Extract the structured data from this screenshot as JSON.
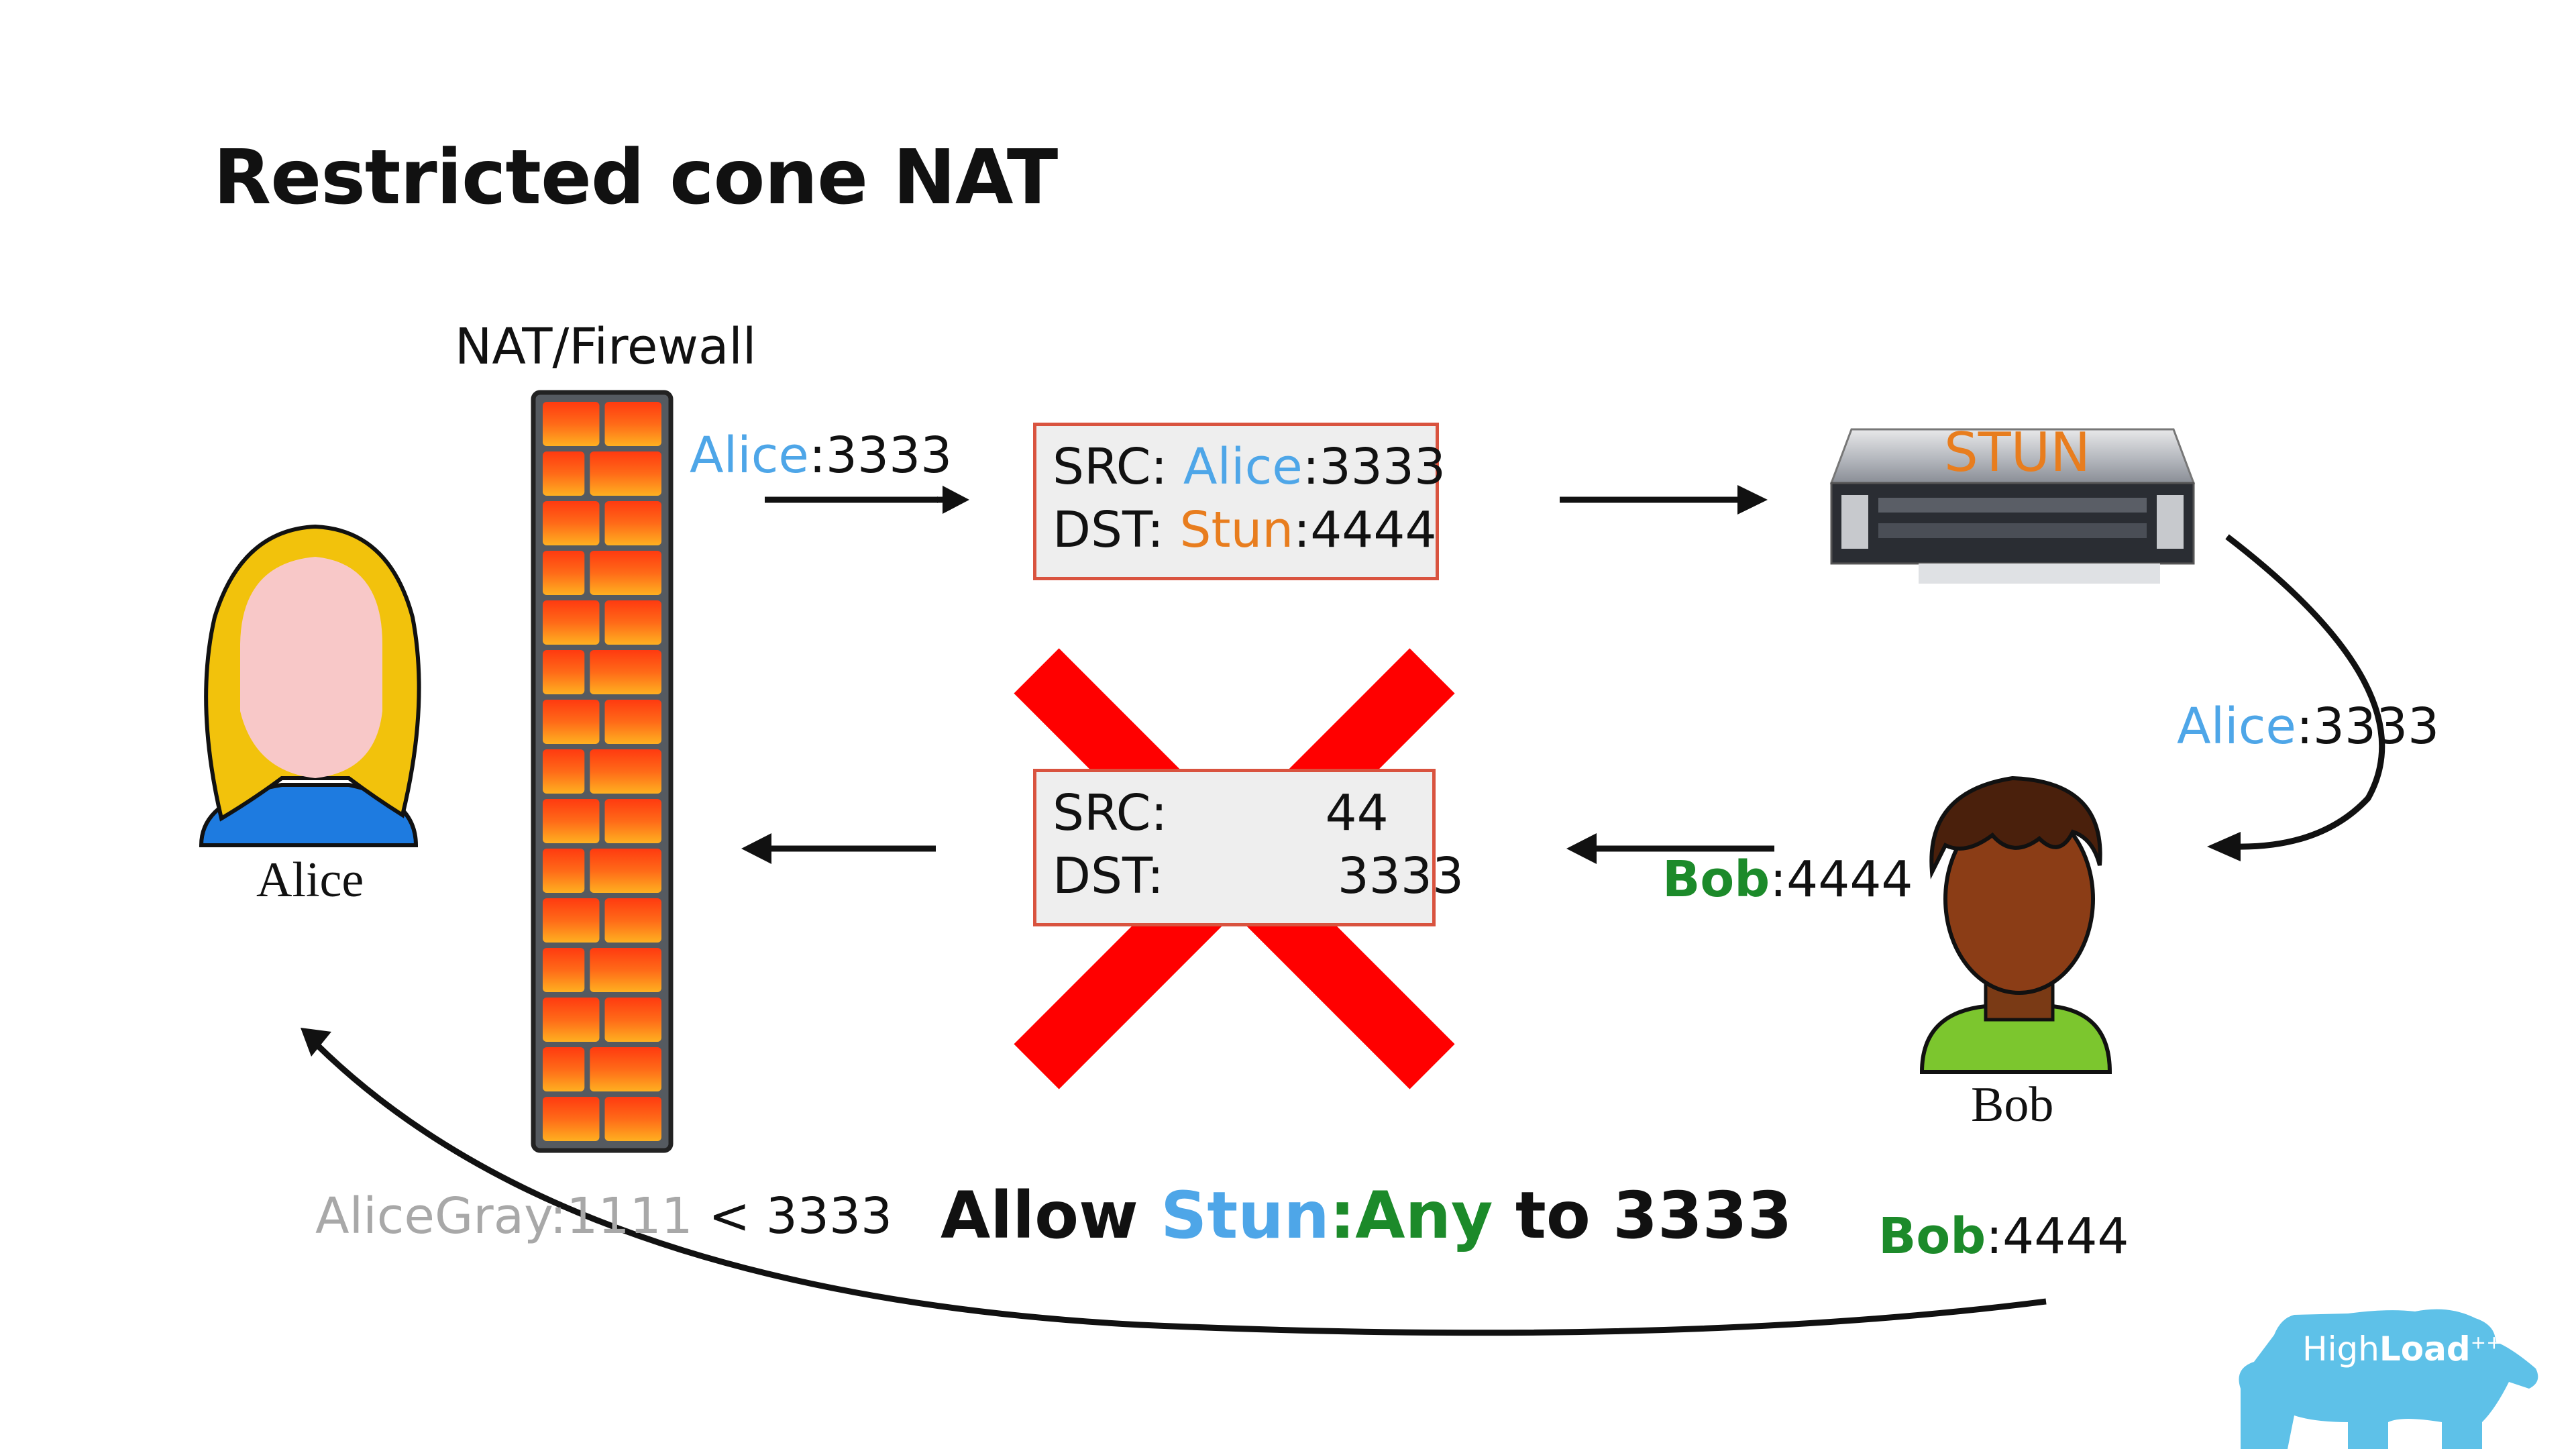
{
  "title": "Restricted cone NAT",
  "firewall": {
    "label": "NAT/Firewall"
  },
  "alice": {
    "label": "Alice"
  },
  "bob": {
    "label": "Bob"
  },
  "stun": {
    "label": "STUN"
  },
  "top_arrow_label": {
    "name": "Alice",
    "port": ":3333"
  },
  "packet_out": {
    "src_prefix": "SRC: ",
    "src_name": "Alice",
    "src_port": ":3333",
    "dst_prefix": "DST: ",
    "dst_name": "Stun",
    "dst_port": ":4444"
  },
  "packet_back": {
    "line1": "SRC:          44",
    "line2": "DST:           3333"
  },
  "stun_to_bob": {
    "name": "Alice",
    "port": ":3333"
  },
  "bob_back_label": {
    "name": "Bob",
    "port": ":4444"
  },
  "bob_bottom_label": {
    "name": "Bob",
    "port": ":4444"
  },
  "alice_gray": {
    "text": "AliceGray:1111",
    "suffix": " < 3333"
  },
  "rule": {
    "prefix": "Allow ",
    "stun": "Stun",
    "colon": ":",
    "any": "Any",
    "suffix": " to 3333"
  },
  "logo": {
    "high": "High",
    "load": "Load",
    "sup": "++"
  },
  "colors": {
    "alice": "#4ea6e8",
    "stun": "#e87d1e",
    "bob": "#1c8a2a",
    "cross": "#ff0000",
    "box_border": "#d9533f",
    "logo": "#5ec1e8"
  }
}
